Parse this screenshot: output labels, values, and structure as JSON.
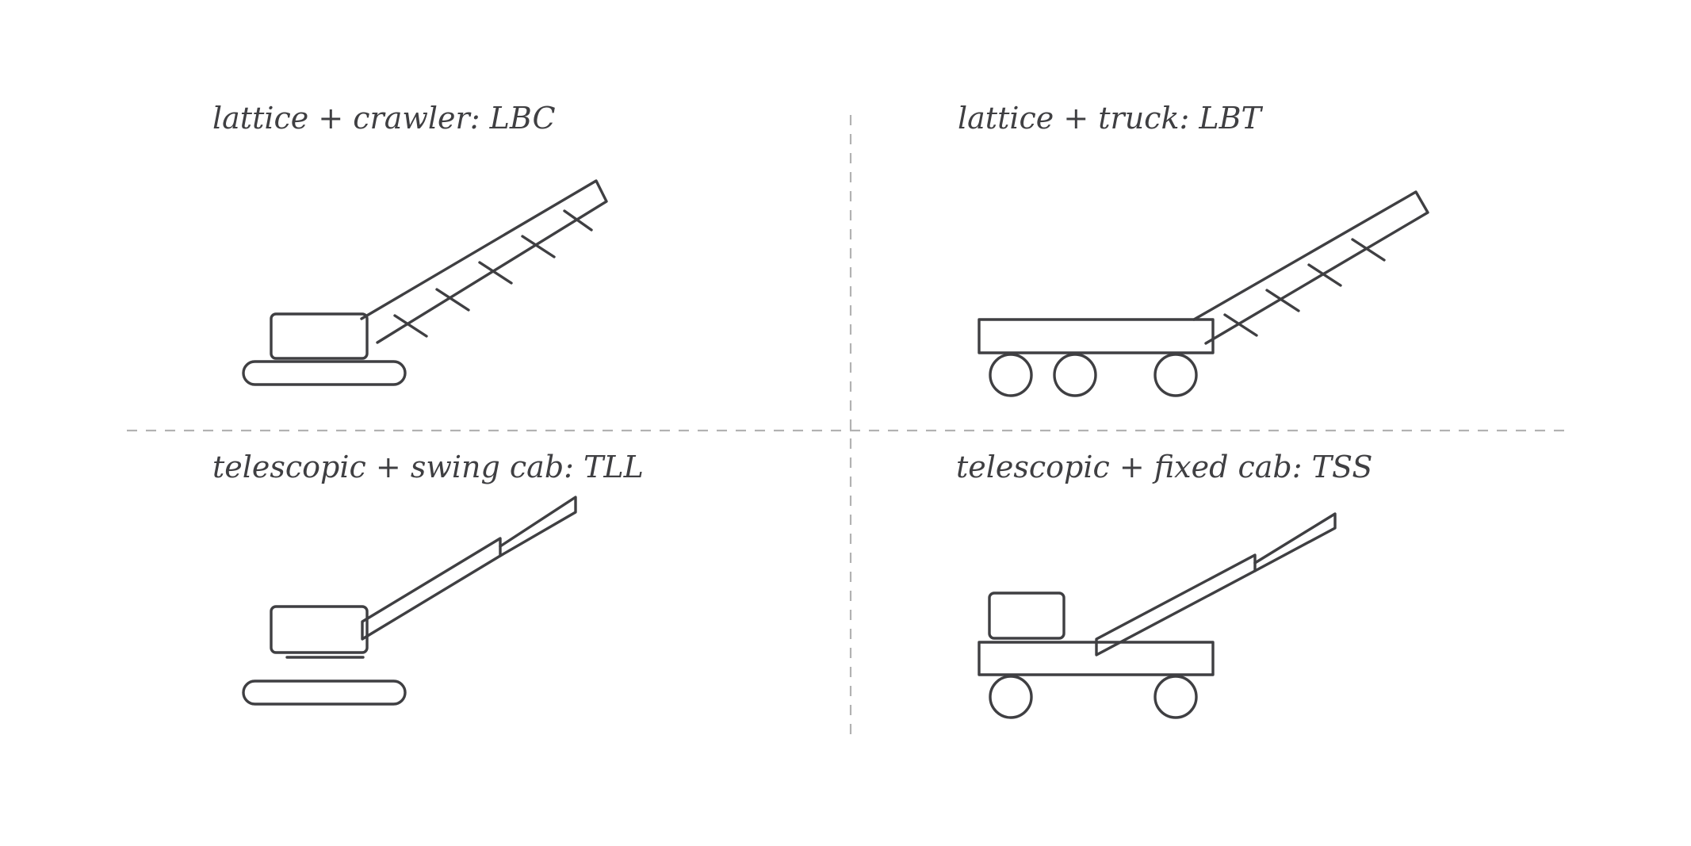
{
  "colors": {
    "ink": "#3f3f42",
    "divider": "#b2b2b2",
    "background": "#ffffff"
  },
  "panels": [
    {
      "id": "lbc",
      "label": "lattice + crawler: LBC",
      "boom": "lattice",
      "carrier": "crawler"
    },
    {
      "id": "lbt",
      "label": "lattice + truck: LBT",
      "boom": "lattice",
      "carrier": "truck"
    },
    {
      "id": "tll",
      "label": "telescopic + swing cab: TLL",
      "boom": "telescopic",
      "carrier": "crawler"
    },
    {
      "id": "tss",
      "label": "telescopic + fixed cab: TSS",
      "boom": "telescopic",
      "carrier": "truck"
    }
  ]
}
